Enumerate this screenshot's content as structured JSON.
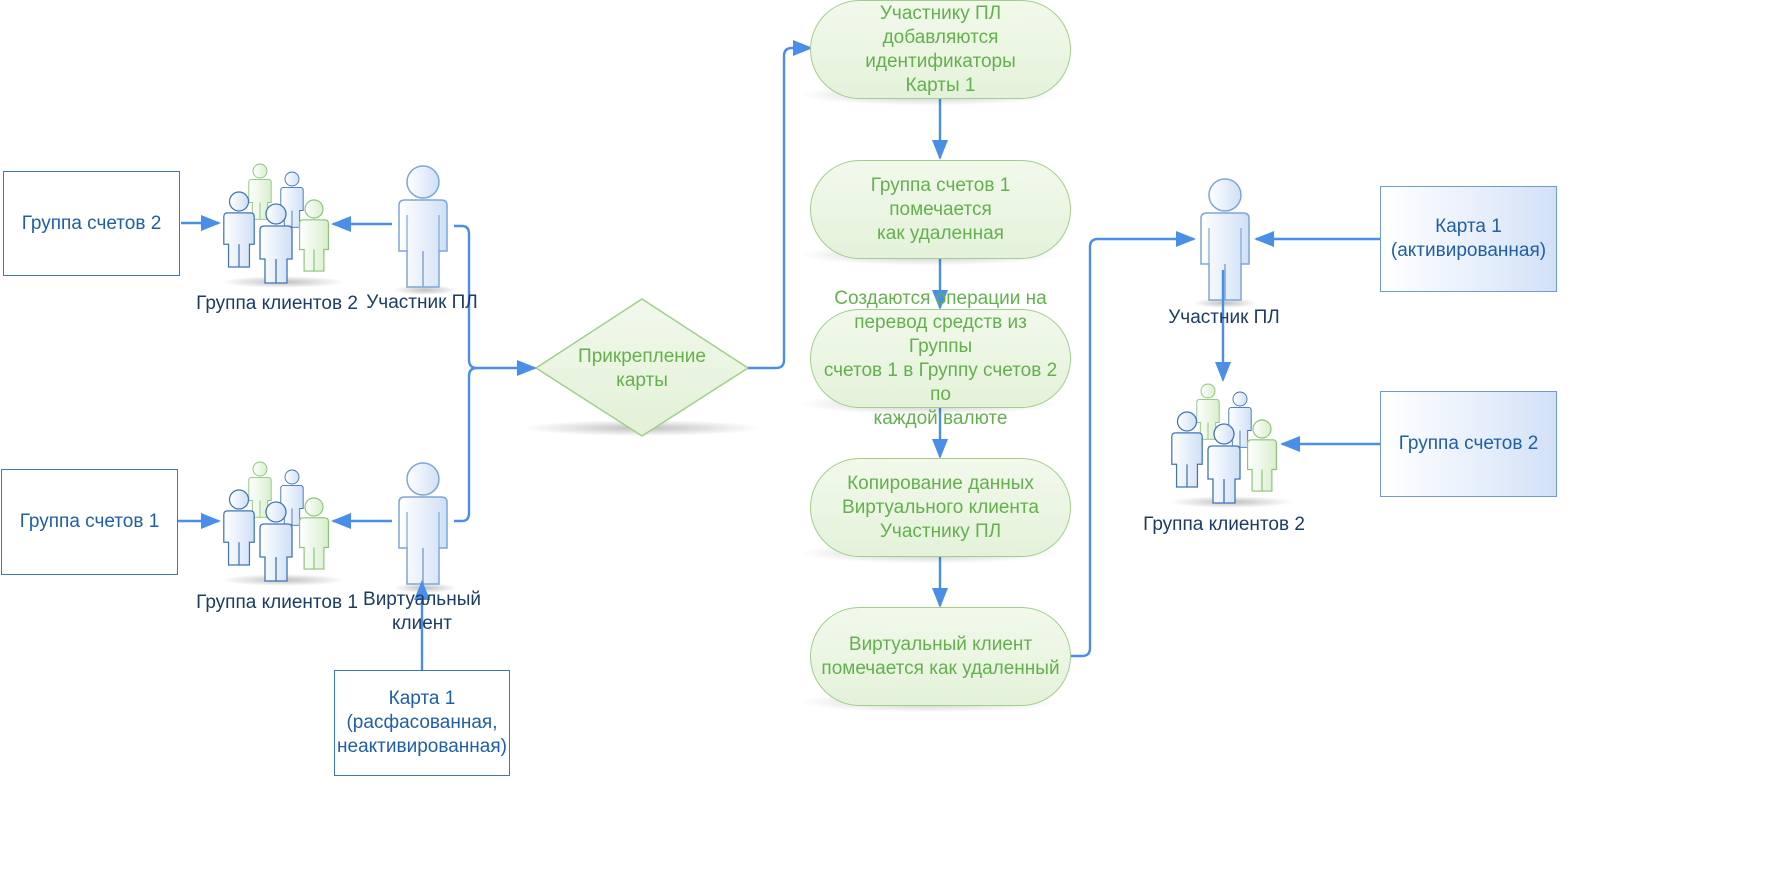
{
  "left": {
    "accounts_group_2": "Группа счетов 2",
    "accounts_group_1": "Группа счетов 1",
    "client_group_2": "Группа клиентов 2",
    "client_group_1": "Группа клиентов 1",
    "participant": "Участник ПЛ",
    "virtual_client": [
      "Виртуальный",
      "клиент"
    ],
    "card": [
      "Карта 1",
      "(расфасованная,",
      "неактивированная)"
    ]
  },
  "decision": [
    "Прикрепление",
    "карты"
  ],
  "steps": [
    [
      "Участнику ПЛ добавляются",
      "идентификаторы",
      "Карты 1"
    ],
    [
      "Группа счетов 1 помечается",
      "как удаленная"
    ],
    [
      "Создаются операции на",
      "перевод средств из Группы",
      "счетов 1 в Группу счетов 2 по",
      "каждой валюте"
    ],
    [
      "Копирование данных",
      "Виртуального клиента",
      "Участнику ПЛ"
    ],
    [
      "Виртуальный клиент",
      "помечается как удаленный"
    ]
  ],
  "right": {
    "participant": "Участник ПЛ",
    "client_group_2": "Группа клиентов 2",
    "card_activated": [
      "Карта 1",
      "(активированная)"
    ],
    "accounts_group_2": "Группа счетов 2"
  },
  "colors": {
    "arrow": "#4a8fe7",
    "step_text": "#62b14d",
    "box_text": "#1f5fa8",
    "label_text": "#1c3c66"
  }
}
